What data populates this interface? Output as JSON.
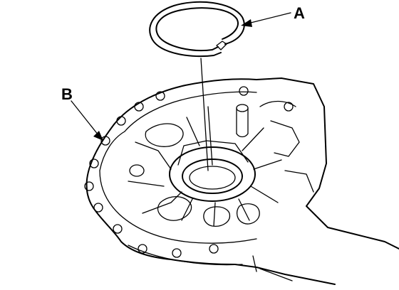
{
  "diagram": {
    "callouts": {
      "a": "A",
      "b": "B"
    },
    "parts": [
      {
        "id": "a",
        "name": "snap-ring"
      },
      {
        "id": "b",
        "name": "transmission-housing"
      }
    ]
  },
  "colors": {
    "line": "#000000",
    "background": "#ffffff"
  }
}
